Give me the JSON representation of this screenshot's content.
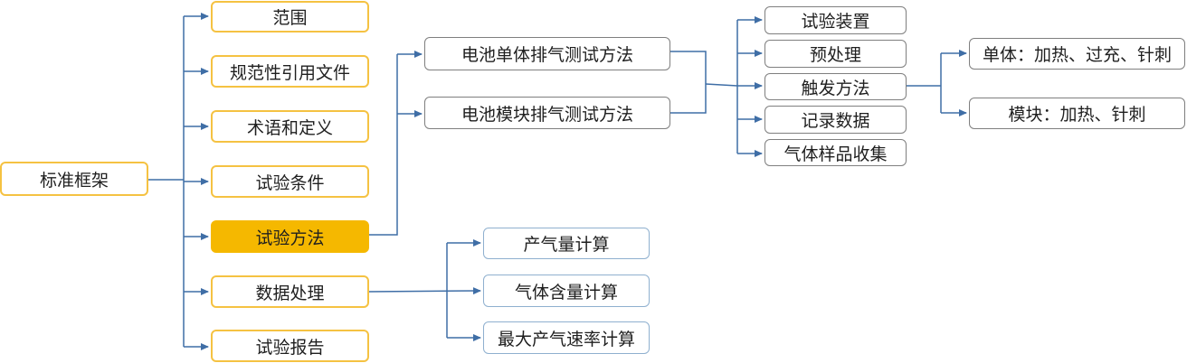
{
  "root": {
    "label": "标准框架"
  },
  "sections": [
    {
      "id": "scope",
      "label": "范围"
    },
    {
      "id": "normative-references",
      "label": "规范性引用文件"
    },
    {
      "id": "terms-definitions",
      "label": "术语和定义"
    },
    {
      "id": "test-conditions",
      "label": "试验条件"
    },
    {
      "id": "test-method",
      "label": "试验方法",
      "highlighted": true
    },
    {
      "id": "data-processing",
      "label": "数据处理"
    },
    {
      "id": "test-report",
      "label": "试验报告"
    }
  ],
  "test_methods": [
    {
      "id": "cell-venting",
      "label": "电池单体排气测试方法"
    },
    {
      "id": "module-venting",
      "label": "电池模块排气测试方法"
    }
  ],
  "method_steps": [
    {
      "id": "apparatus",
      "label": "试验装置"
    },
    {
      "id": "pretreatment",
      "label": "预处理"
    },
    {
      "id": "trigger-method",
      "label": "触发方法"
    },
    {
      "id": "record-data",
      "label": "记录数据"
    },
    {
      "id": "gas-sampling",
      "label": "气体样品收集"
    }
  ],
  "trigger_types": [
    {
      "id": "cell",
      "label": "单体：加热、过充、针刺"
    },
    {
      "id": "module",
      "label": "模块：加热、针刺"
    }
  ],
  "calculations": [
    {
      "id": "gas-volume",
      "label": "产气量计算"
    },
    {
      "id": "gas-content",
      "label": "气体含量计算"
    },
    {
      "id": "max-gas-rate",
      "label": "最大产气速率计算"
    }
  ],
  "colors": {
    "connector": "#3f6ea6",
    "yellow_border": "#f5c242",
    "highlight_fill": "#f5b800",
    "gray_border": "#7f7f7f",
    "blue_border": "#8fb0cf"
  }
}
